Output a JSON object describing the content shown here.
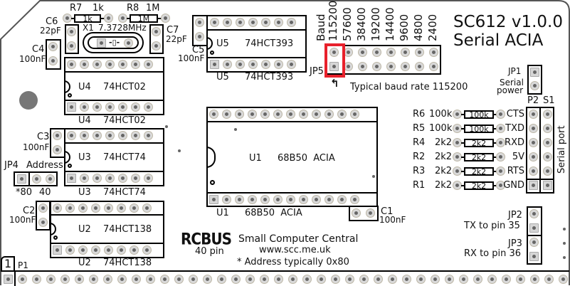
{
  "board": {
    "title_line1": "SC612  v1.0.0",
    "title_line2": "Serial ACIA",
    "maker": "Small Computer Central",
    "website": "www.scc.me.uk",
    "address_note": "* Address typically 0x80",
    "bus_logo": "RCBUS",
    "bus_pins": "40 pin",
    "highlight_color": "#e8212b"
  },
  "components": {
    "R7": {
      "ref": "R7",
      "value": "1k",
      "body": "1k"
    },
    "R8": {
      "ref": "R8",
      "value": "1M",
      "body": "1M"
    },
    "C6": {
      "ref": "C6",
      "value": "22pF"
    },
    "C7": {
      "ref": "C7",
      "value": "22pF"
    },
    "X1": {
      "ref": "X1",
      "value": "7.3728MHz"
    },
    "C4": {
      "ref": "C4",
      "value": "100nF"
    },
    "C5": {
      "ref": "C5",
      "value": "100nF"
    },
    "C3": {
      "ref": "C3",
      "value": "100nF"
    },
    "C2": {
      "ref": "C2",
      "value": "100nF"
    },
    "C1": {
      "ref": "C1",
      "value": "100nF"
    },
    "U4": {
      "ref": "U4",
      "part": "74HCT02"
    },
    "U5": {
      "ref": "U5",
      "part": "74HCT393"
    },
    "U3": {
      "ref": "U3",
      "part": "74HCT74"
    },
    "U2": {
      "ref": "U2",
      "part": "74HCT138"
    },
    "U1": {
      "ref": "U1",
      "part": "68B50  ACIA"
    },
    "P1": {
      "ref": "P1",
      "pin1": "1"
    }
  },
  "jumpers": {
    "JP1": {
      "ref": "JP1",
      "label_line1": "Serial",
      "label_line2": "power"
    },
    "JP2": {
      "ref": "JP2",
      "label": "TX to pin 35"
    },
    "JP3": {
      "ref": "JP3",
      "label": "RX to pin 36"
    },
    "JP4": {
      "ref": "JP4",
      "label": "Address",
      "options": [
        "*80",
        "40"
      ]
    },
    "JP5": {
      "ref": "JP5",
      "header": "Baud",
      "rates": [
        "115200",
        "57600",
        "38400",
        "19200",
        "14400",
        "9600",
        "4800",
        "2400"
      ],
      "note": "Typical baud rate 115200"
    }
  },
  "serial": {
    "P2": "P2",
    "S1": "S1",
    "port_label": "Serial port",
    "resistors": [
      {
        "ref": "R6",
        "value": "100k",
        "body": "100k",
        "signal": "CTS"
      },
      {
        "ref": "R5",
        "value": "100k",
        "body": "100k",
        "signal": "TXD"
      },
      {
        "ref": "R4",
        "value": "2k2",
        "body": "2k2",
        "signal": "RXD"
      },
      {
        "ref": "R2",
        "value": "2k2",
        "body": "2k2",
        "signal": "5V"
      },
      {
        "ref": "R3",
        "value": "2k2",
        "body": "2k2",
        "signal": "RTS"
      },
      {
        "ref": "R1",
        "value": "2k2",
        "body": "2k2",
        "signal": "GND"
      }
    ]
  }
}
